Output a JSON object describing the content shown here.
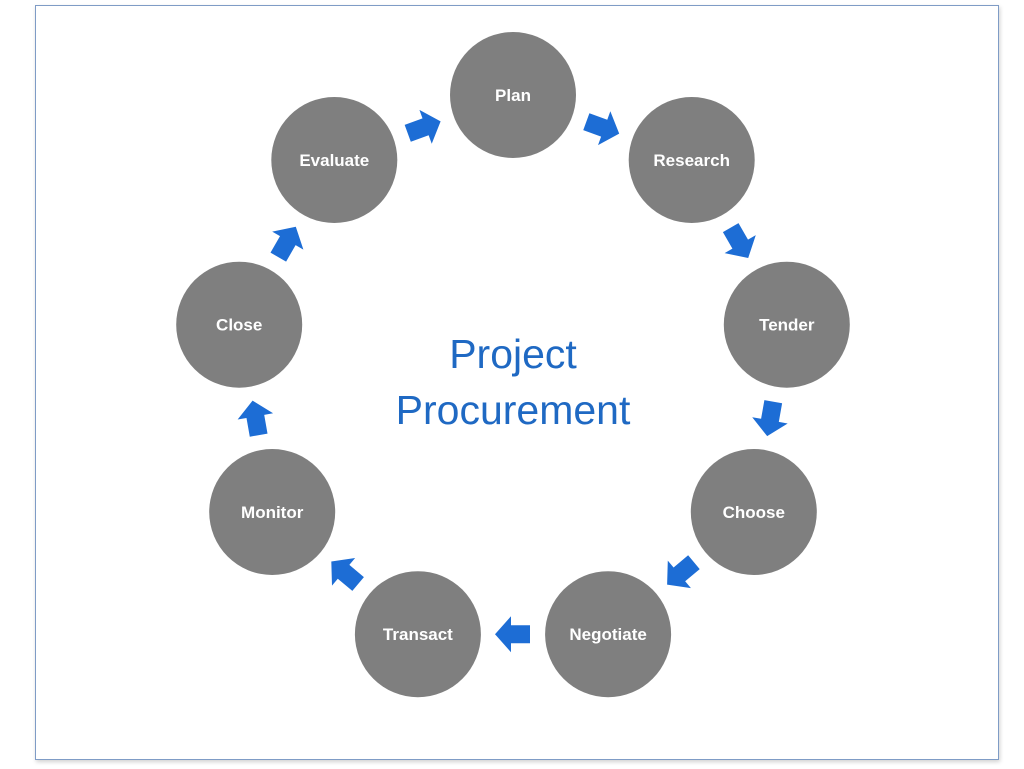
{
  "diagram": {
    "title_lines": [
      "Project",
      "Procurement"
    ],
    "node_color": "#7f7f7f",
    "arrow_color": "#1d6dd5",
    "title_color": "#1f69c3",
    "stages": [
      "Plan",
      "Research",
      "Tender",
      "Choose",
      "Negotiate",
      "Transact",
      "Monitor",
      "Close",
      "Evaluate"
    ],
    "arrow_icon": "block-arrow-icon"
  }
}
